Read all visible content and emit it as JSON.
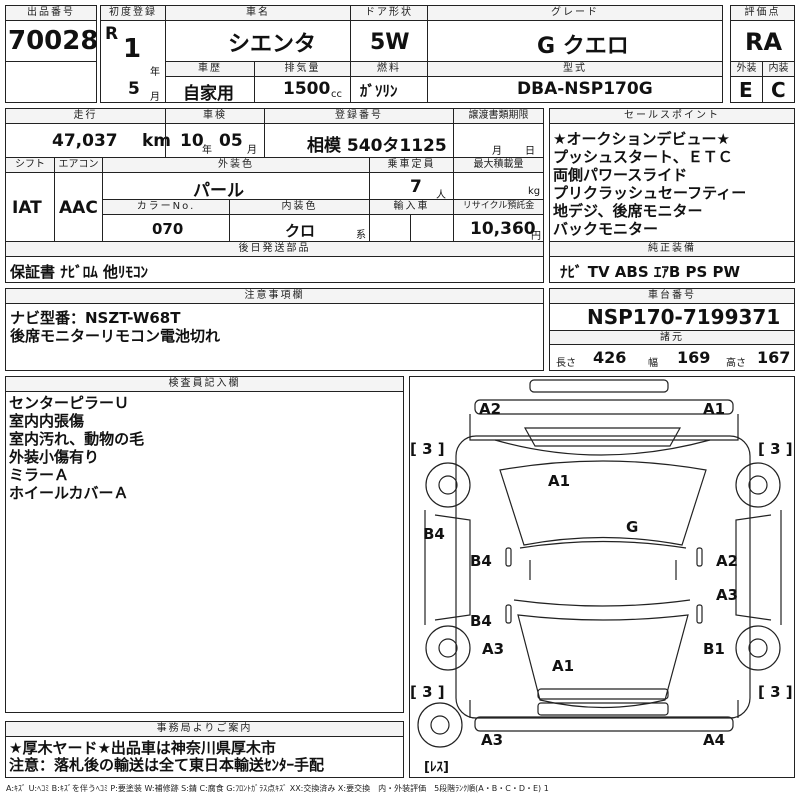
{
  "header": {
    "lot_label": "出品番号",
    "lot_number": "70028",
    "first_reg_label": "初度登録",
    "era": "R",
    "year": "1",
    "year_unit": "年",
    "month": "5",
    "month_unit": "月",
    "car_name_label": "車名",
    "car_name": "シエンタ",
    "door_label": "ドア形状",
    "door": "5W",
    "grade_label": "グレード",
    "grade": "G クエロ",
    "score_label": "評価点",
    "score": "RA",
    "history_label": "車歴",
    "history": "自家用",
    "displacement_label": "排気量",
    "displacement": "1500",
    "displacement_unit": "cc",
    "fuel_label": "燃料",
    "fuel": "ｶﾞｿﾘﾝ",
    "model_label": "型式",
    "model": "DBA-NSP170G",
    "exterior_label": "外装",
    "exterior_grade": "E",
    "interior_label": "内装",
    "interior_grade": "C"
  },
  "row2": {
    "mileage_label": "走行",
    "mileage": "47,037",
    "mileage_unit": "km",
    "inspection_label": "車検",
    "inspection_year": "10",
    "inspection_year_unit": "年",
    "inspection_month": "05",
    "inspection_month_unit": "月",
    "reg_number_label": "登録番号",
    "reg_number": "相模 540タ1125",
    "transfer_label": "譲渡書類期限",
    "transfer_month_unit": "月",
    "transfer_day_unit": "日",
    "shift_label": "シフト",
    "shift": "IAT",
    "ac_label": "エアコン",
    "ac": "AAC",
    "exterior_color_label": "外装色",
    "exterior_color": "パール",
    "capacity_label": "乗車定員",
    "capacity": "7",
    "capacity_unit": "人",
    "max_load_label": "最大積載量",
    "max_load_unit": "kg",
    "color_no_label": "カラーNo.",
    "color_no": "070",
    "interior_color_label": "内装色",
    "interior_color": "クロ",
    "interior_color_suffix": "系",
    "import_label": "輸入車",
    "recycle_label": "リサイクル預託金",
    "recycle": "10,360",
    "recycle_unit": "円"
  },
  "sales_points": {
    "label": "セールスポイント",
    "lines": [
      "★オークションデビュー★",
      "プッシュスタート、ＥＴＣ",
      "両側パワースライド",
      "プリクラッシュセーフティー",
      "地デジ、後席モニター",
      "バックモニター"
    ]
  },
  "later_parts": {
    "label": "後日発送部品",
    "text": "保証書 ﾅﾋﾞﾛﾑ 他ﾘﾓｺﾝ"
  },
  "genuine": {
    "label": "純正装備",
    "text": "ﾅﾋﾞ TV ABS ｴｱB PS PW"
  },
  "caution": {
    "label": "注意事項欄",
    "lines": [
      "ナビ型番：NSZT-W68T",
      "後席モニターリモコン電池切れ"
    ]
  },
  "chassis": {
    "label": "車台番号",
    "number": "NSP170-7199371"
  },
  "dimensions": {
    "label": "諸元",
    "length_label": "長さ",
    "length": "426",
    "width_label": "幅",
    "width": "169",
    "height_label": "高さ",
    "height": "167"
  },
  "inspector": {
    "label": "検査員記入欄",
    "lines": [
      "センターピラーＵ",
      "室内内張傷",
      "室内汚れ、動物の毛",
      "外装小傷有り",
      "ミラーＡ",
      "ホイールカバーＡ"
    ]
  },
  "diagram": {
    "marks": {
      "fr_left": "A2",
      "fr_right": "A1",
      "hood": "A1",
      "roof": "G",
      "left_fender": "B4",
      "left_front_door": "B4",
      "left_rear_door": "B4",
      "left_quarter": "A3",
      "right_front_door": "A2",
      "right_rear_door": "A3",
      "right_quarter": "B1",
      "rear_gate": "A1",
      "rear_left": "A3",
      "rear_right": "A4"
    },
    "tire_fl": "[ 3 ]",
    "tire_fr": "[ 3 ]",
    "tire_rl": "[ 3 ]",
    "tire_rr": "[ 3 ]",
    "spare": "[ﾚｽ]"
  },
  "office": {
    "label": "事務局よりご案内",
    "lines": [
      "★厚木ヤード★出品車は神奈川県厚木市",
      "注意：落札後の輸送は全て東日本輸送ｾﾝﾀｰ手配"
    ]
  },
  "legend": "A:ｷｽﾞ U:ﾍｺﾐ B:ｷｽﾞを伴うﾍｺﾐ P:要塗装 W:補修跡 S:錆 C:腐食 G:ﾌﾛﾝﾄｶﾞﾗｽ点ｷｽﾞ XX:交換済み X:要交換　内・外装評価　5段階ﾗﾝｸ順(A・B・C・D・E) 1"
}
